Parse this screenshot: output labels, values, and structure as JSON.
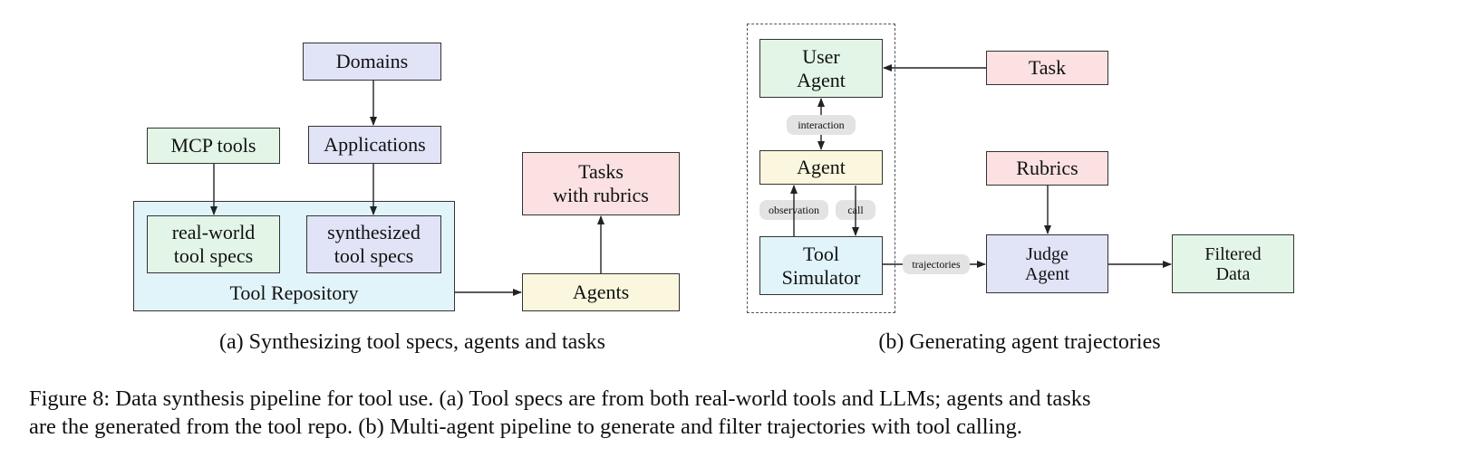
{
  "panel_a": {
    "domains": "Domains",
    "applications": "Applications",
    "mcp_tools": "MCP tools",
    "real_world_line1": "real-world",
    "real_world_line2": "tool specs",
    "synth_line1": "synthesized",
    "synth_line2": "tool specs",
    "tool_repository": "Tool Repository",
    "agents": "Agents",
    "tasks_line1": "Tasks",
    "tasks_line2": "with rubrics",
    "caption": "(a) Synthesizing tool specs, agents and tasks"
  },
  "panel_b": {
    "user_agent_line1": "User",
    "user_agent_line2": "Agent",
    "task": "Task",
    "interaction": "interaction",
    "agent": "Agent",
    "observation": "observation",
    "call": "call",
    "tool_sim_line1": "Tool",
    "tool_sim_line2": "Simulator",
    "trajectories": "trajectories",
    "rubrics": "Rubrics",
    "judge_line1": "Judge",
    "judge_line2": "Agent",
    "filtered_line1": "Filtered",
    "filtered_line2": "Data",
    "caption": "(b) Generating agent trajectories"
  },
  "figure_caption": {
    "line1": "Figure 8: Data synthesis pipeline for tool use. (a) Tool specs are from both real-world tools and LLMs; agents and tasks",
    "line2": "are the generated from the tool repo. (b) Multi-agent pipeline to generate and filter trajectories with tool calling."
  }
}
